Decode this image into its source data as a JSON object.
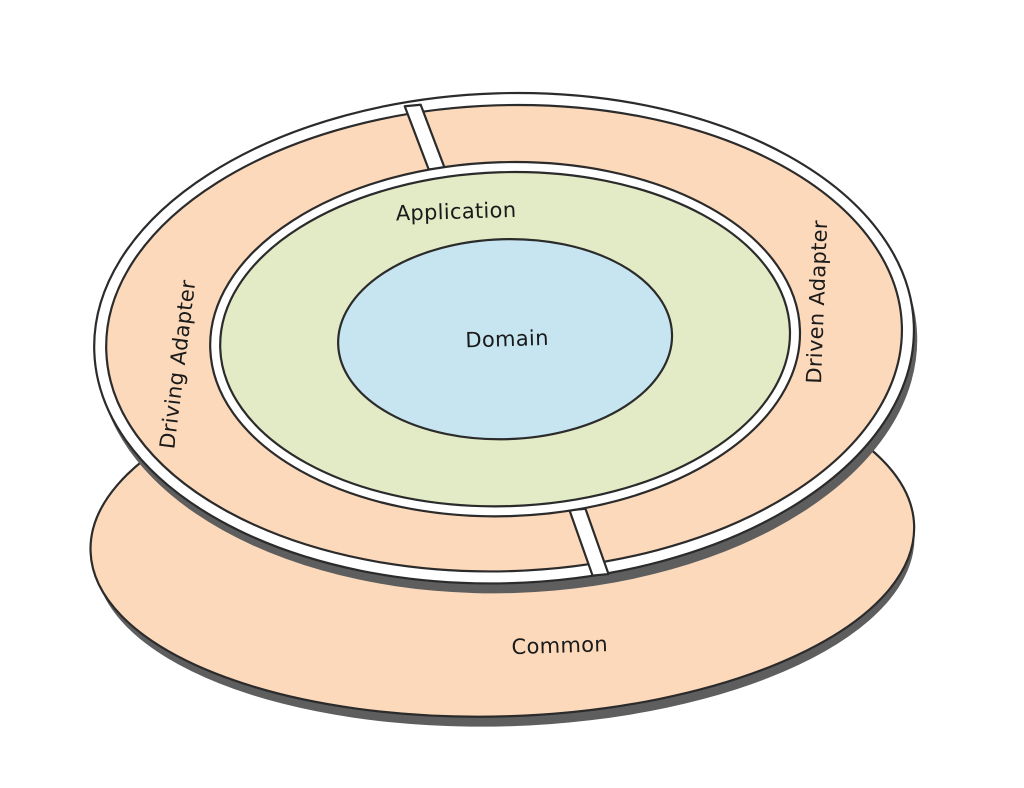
{
  "layers": {
    "common": "Common",
    "driving_adapter": "Driving Adapter",
    "driven_adapter": "Driven Adapter",
    "application": "Application",
    "domain": "Domain"
  },
  "colors": {
    "adapter_fill": "#fcd9bb",
    "application_fill": "#e2ebc6",
    "domain_fill": "#c6e5f1",
    "outline": "#2b2b2b",
    "shadow": "#5e5e5e"
  }
}
